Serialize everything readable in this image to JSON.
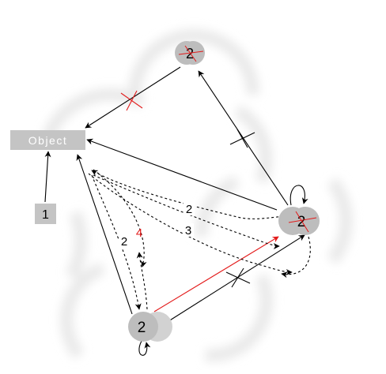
{
  "nodes": {
    "object_label": "Object",
    "literal_one": "1",
    "top_node": "2",
    "right_node": "2",
    "bottom_node": "2"
  },
  "edge_labels": {
    "dashed_upper": "2",
    "dashed_lower": "3",
    "loop_left": "2",
    "loop_right": "4"
  },
  "colors": {
    "node_fill": "#bdbdbd",
    "box_fill": "#c4c4c4",
    "edge": "#000000",
    "highlight": "#e31b1b",
    "backdrop_arc": "#e9e9e9"
  }
}
